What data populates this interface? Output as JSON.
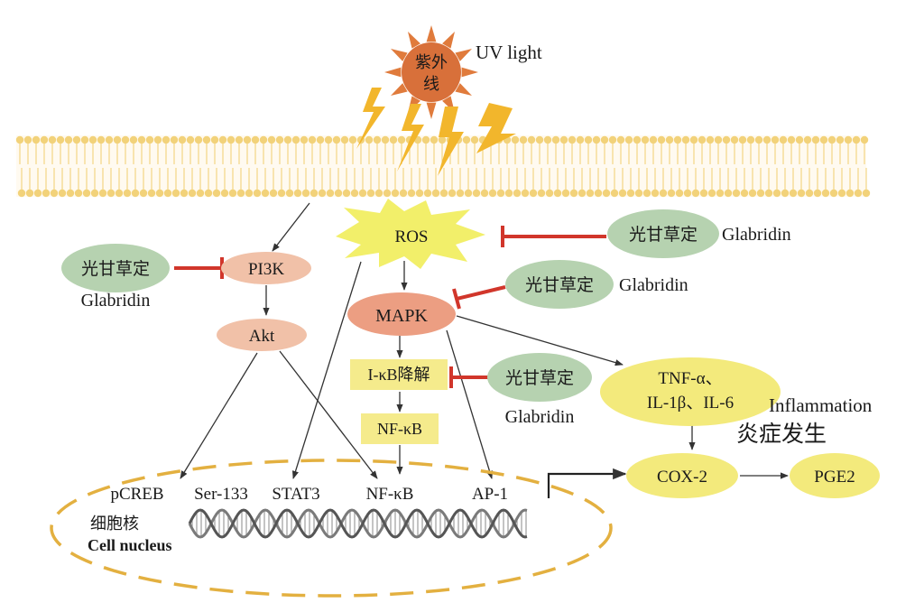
{
  "colors": {
    "membrane": "#f2d27a",
    "sun_ray": "#e07b3c",
    "sun_core": "#d8703a",
    "lightning": "#f2b62c",
    "ros_burst": "#f2ef6a",
    "pink_node": "#f1c1a8",
    "mapk_node": "#ec9e82",
    "green_node": "#b6d2b0",
    "yellow_box": "#f5eb8c",
    "yellow_ellipse": "#f3ea7c",
    "inhibit_red": "#d1362b",
    "nucleus_dash": "#e3b040",
    "dna": "#7a7a7a"
  },
  "uv": {
    "cn_line1": "紫外",
    "cn_line2": "线",
    "en": "UV light"
  },
  "nodes": {
    "ros": "ROS",
    "pi3k": "PI3K",
    "akt": "Akt",
    "mapk": "MAPK",
    "ikb": "I-κB降解",
    "nfkb_box": "NF-κB",
    "tnf_line1": "TNF-α、",
    "tnf_line2": "IL-1β、IL-6",
    "cox2": "COX-2",
    "pge2": "PGE2"
  },
  "glabridin": [
    {
      "cn": "光甘草定",
      "en": "Glabridin"
    },
    {
      "cn": "光甘草定",
      "en": "Glabridin"
    },
    {
      "cn": "光甘草定",
      "en": "Glabridin"
    },
    {
      "cn": "光甘草定",
      "en": "Glabridin"
    }
  ],
  "inflammation": {
    "en": "Inflammation",
    "cn": "炎症发生"
  },
  "nucleus": {
    "cn": "细胞核",
    "en": "Cell nucleus",
    "factors": [
      "pCREB",
      "Ser-133",
      "STAT3",
      "NF-κB",
      "AP-1"
    ]
  }
}
